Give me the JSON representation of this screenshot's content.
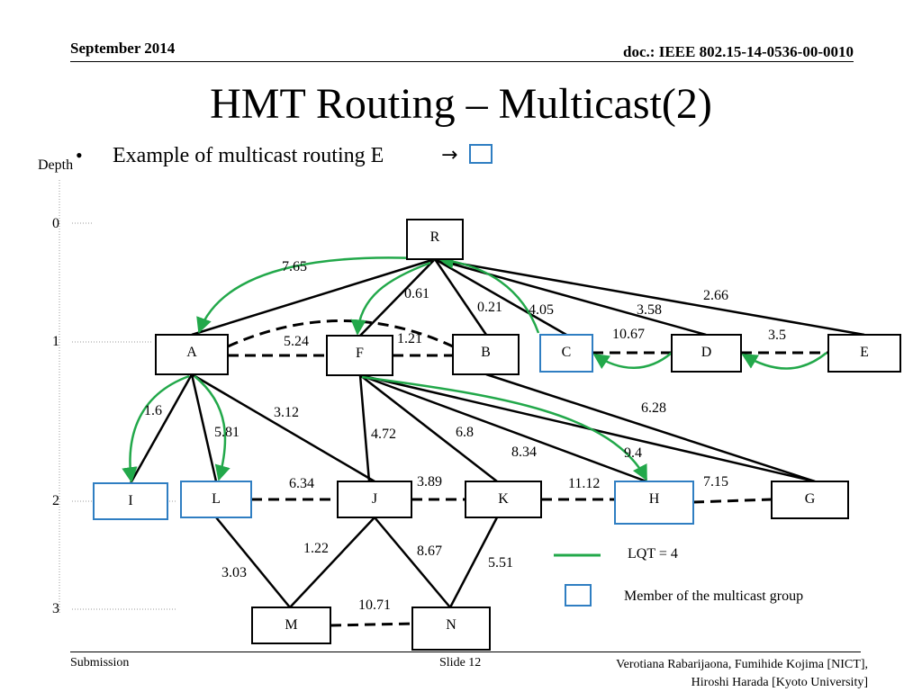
{
  "header": {
    "date": "September 2014",
    "doc": "doc.: IEEE 802.15-14-0536-00-0010"
  },
  "title": "HMT Routing – Multicast(2)",
  "bullet": {
    "dot": "•",
    "text": "Example of multicast routing E ",
    "arrow": "→"
  },
  "depth": {
    "label": "Depth",
    "levels": [
      "0",
      "1",
      "2",
      "3"
    ]
  },
  "colors": {
    "lqt_path": "#22a84a",
    "member": "#2f7ec2",
    "link": "#000000"
  },
  "nodes": [
    {
      "id": "R",
      "label": "R",
      "member": false
    },
    {
      "id": "A",
      "label": "A",
      "member": false
    },
    {
      "id": "F",
      "label": "F",
      "member": false
    },
    {
      "id": "B",
      "label": "B",
      "member": false
    },
    {
      "id": "C",
      "label": "C",
      "member": true
    },
    {
      "id": "D",
      "label": "D",
      "member": false
    },
    {
      "id": "E",
      "label": "E",
      "member": false
    },
    {
      "id": "I",
      "label": "I",
      "member": true
    },
    {
      "id": "L",
      "label": "L",
      "member": true
    },
    {
      "id": "J",
      "label": "J",
      "member": false
    },
    {
      "id": "K",
      "label": "K",
      "member": false
    },
    {
      "id": "H",
      "label": "H",
      "member": true
    },
    {
      "id": "G",
      "label": "G",
      "member": false
    },
    {
      "id": "M",
      "label": "M",
      "member": false
    },
    {
      "id": "N",
      "label": "N",
      "member": false
    }
  ],
  "links": [
    {
      "from": "R",
      "to": "A",
      "weight": "7.65",
      "style": "solid"
    },
    {
      "from": "R",
      "to": "F",
      "weight": "0.61",
      "style": "solid"
    },
    {
      "from": "R",
      "to": "B",
      "weight": "0.21",
      "style": "solid"
    },
    {
      "from": "R",
      "to": "C",
      "weight": "4.05",
      "style": "solid"
    },
    {
      "from": "R",
      "to": "D",
      "weight": "3.58",
      "style": "solid"
    },
    {
      "from": "R",
      "to": "E",
      "weight": "2.66",
      "style": "solid"
    },
    {
      "from": "A",
      "to": "F",
      "weight": "5.24",
      "style": "dashed"
    },
    {
      "from": "A",
      "to": "B",
      "weight": "1.21",
      "style": "dashed"
    },
    {
      "from": "F",
      "to": "B",
      "weight": "",
      "style": "dashed"
    },
    {
      "from": "C",
      "to": "D",
      "weight": "10.67",
      "style": "dashed"
    },
    {
      "from": "D",
      "to": "E",
      "weight": "3.5",
      "style": "dashed"
    },
    {
      "from": "A",
      "to": "I",
      "weight": "1.6",
      "style": "solid"
    },
    {
      "from": "A",
      "to": "L",
      "weight": "5.81",
      "style": "solid"
    },
    {
      "from": "A",
      "to": "J",
      "weight": "3.12",
      "style": "solid"
    },
    {
      "from": "F",
      "to": "J",
      "weight": "4.72",
      "style": "solid"
    },
    {
      "from": "F",
      "to": "K",
      "weight": "6.8",
      "style": "solid"
    },
    {
      "from": "F",
      "to": "H",
      "weight": "8.34",
      "style": "solid"
    },
    {
      "from": "F",
      "to": "G",
      "weight": "9.4",
      "style": "solid"
    },
    {
      "from": "B",
      "to": "G",
      "weight": "6.28",
      "style": "solid"
    },
    {
      "from": "L",
      "to": "J",
      "weight": "6.34",
      "style": "dashed"
    },
    {
      "from": "J",
      "to": "K",
      "weight": "3.89",
      "style": "dashed"
    },
    {
      "from": "K",
      "to": "H",
      "weight": "11.12",
      "style": "dashed"
    },
    {
      "from": "H",
      "to": "G",
      "weight": "7.15",
      "style": "dashed"
    },
    {
      "from": "J",
      "to": "M",
      "weight": "1.22",
      "style": "solid"
    },
    {
      "from": "J",
      "to": "N",
      "weight": "8.67",
      "style": "solid"
    },
    {
      "from": "K",
      "to": "N",
      "weight": "5.51",
      "style": "solid"
    },
    {
      "from": "L",
      "to": "M",
      "weight": "3.03",
      "style": "solid"
    },
    {
      "from": "M",
      "to": "N",
      "weight": "10.71",
      "style": "dashed"
    }
  ],
  "lqt_paths": [
    {
      "from": "R",
      "to": "A"
    },
    {
      "from": "R",
      "to": "F"
    },
    {
      "from": "C",
      "to": "R"
    },
    {
      "from": "D",
      "to": "C"
    },
    {
      "from": "E",
      "to": "D"
    },
    {
      "from": "A",
      "to": "I"
    },
    {
      "from": "A",
      "to": "L"
    },
    {
      "from": "F",
      "to": "H"
    }
  ],
  "legend": {
    "lqt_label": "LQT = 4",
    "member_label": "Member of the multicast group"
  },
  "footer": {
    "left": "Submission",
    "slide": "Slide 12",
    "authors_line1": "Verotiana Rabarijaona, Fumihide Kojima [NICT],",
    "authors_line2": "Hiroshi Harada [Kyoto University]"
  }
}
